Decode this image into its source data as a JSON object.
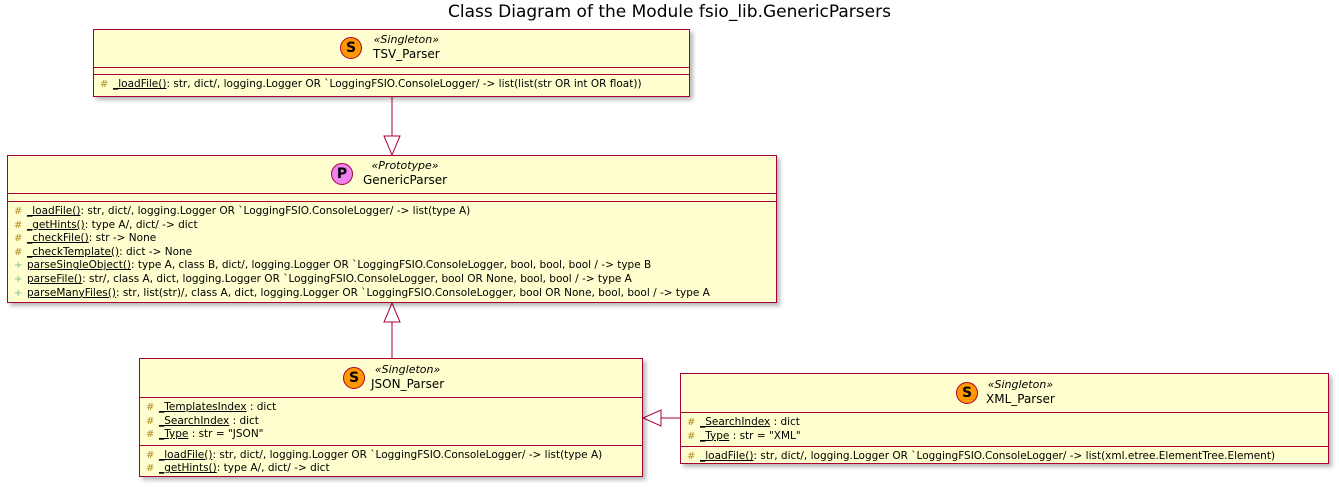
{
  "title": "Class Diagram of the Module fsio_lib.GenericParsers",
  "classes": {
    "tsv": {
      "badge": "S",
      "stereotype": "«Singleton»",
      "name": "TSV_Parser",
      "methods": [
        {
          "vis": "#",
          "name": "_loadFile()",
          "sig": ": str, dict/, logging.Logger OR `LoggingFSIO.ConsoleLogger/ -> list(list(str OR int OR float))"
        }
      ]
    },
    "generic": {
      "badge": "P",
      "stereotype": "«Prototype»",
      "name": "GenericParser",
      "methods": [
        {
          "vis": "#",
          "name": "_loadFile()",
          "sig": ": str, dict/, logging.Logger OR `LoggingFSIO.ConsoleLogger/ -> list(type A)"
        },
        {
          "vis": "#",
          "name": "_getHints()",
          "sig": ": type A/, dict/ -> dict"
        },
        {
          "vis": "#",
          "name": "_checkFile()",
          "sig": ": str -> None"
        },
        {
          "vis": "#",
          "name": "_checkTemplate()",
          "sig": ": dict -> None"
        },
        {
          "vis": "+",
          "name": "parseSingleObject()",
          "sig": ": type A, class B, dict/, logging.Logger OR `LoggingFSIO.ConsoleLogger, bool, bool, bool / -> type B"
        },
        {
          "vis": "+",
          "name": "parseFile()",
          "sig": ": str/, class A, dict, logging.Logger OR `LoggingFSIO.ConsoleLogger, bool OR None, bool, bool / -> type A"
        },
        {
          "vis": "+",
          "name": "parseManyFiles()",
          "sig": ": str, list(str)/, class A, dict, logging.Logger OR `LoggingFSIO.ConsoleLogger, bool OR None, bool, bool / -> type A"
        }
      ]
    },
    "json": {
      "badge": "S",
      "stereotype": "«Singleton»",
      "name": "JSON_Parser",
      "fields": [
        {
          "vis": "#",
          "name": "_TemplatesIndex",
          "sig": " : dict"
        },
        {
          "vis": "#",
          "name": "_SearchIndex",
          "sig": " : dict"
        },
        {
          "vis": "#",
          "name": "_Type",
          "sig": " : str = \"JSON\""
        }
      ],
      "methods": [
        {
          "vis": "#",
          "name": "_loadFile()",
          "sig": ": str, dict/, logging.Logger OR `LoggingFSIO.ConsoleLogger/ -> list(type A)"
        },
        {
          "vis": "#",
          "name": "_getHints()",
          "sig": ": type A/, dict/ -> dict"
        }
      ]
    },
    "xml": {
      "badge": "S",
      "stereotype": "«Singleton»",
      "name": "XML_Parser",
      "fields": [
        {
          "vis": "#",
          "name": "_SearchIndex",
          "sig": " : dict"
        },
        {
          "vis": "#",
          "name": "_Type",
          "sig": " : str = \"XML\""
        }
      ],
      "methods": [
        {
          "vis": "#",
          "name": "_loadFile()",
          "sig": ": str, dict/, logging.Logger OR `LoggingFSIO.ConsoleLogger/ -> list(xml.etree.ElementTree.Element)"
        }
      ]
    }
  }
}
